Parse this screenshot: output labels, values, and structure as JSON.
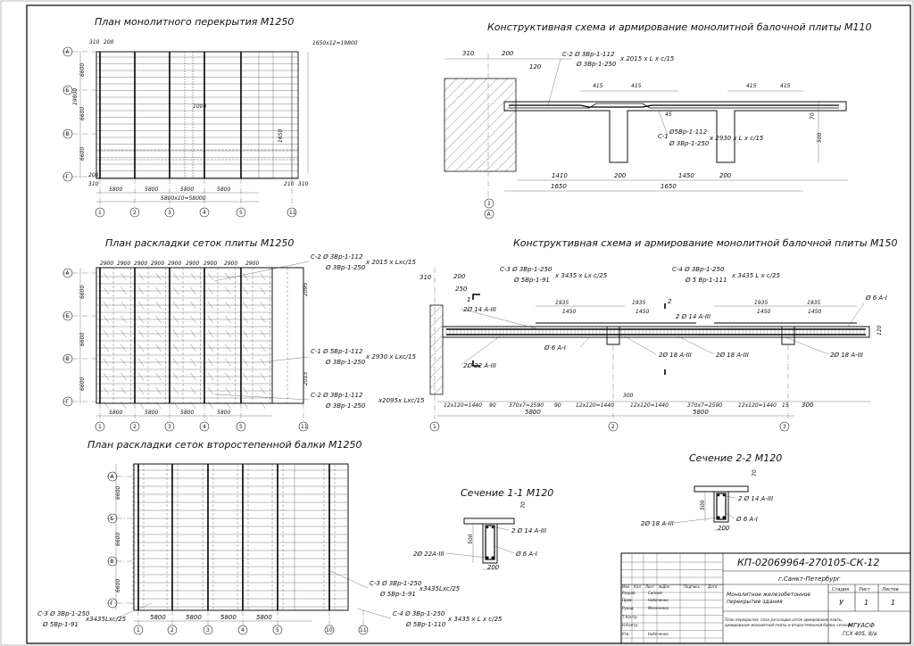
{
  "titles": {
    "plan_slab": "План монолитного перекрытия М1250",
    "scheme_110": "Конструктивная схема и армирование монолитной балочной плиты  М110",
    "plan_mesh_slab": "План раскладки сеток плиты  М1250",
    "scheme_150": "Конструктивная схема и армирование монолитной балочной плиты  М150",
    "plan_mesh_beam": "План раскладки сеток второстепенной балки  М1250",
    "section_1": "Сечение 1-1 М120",
    "section_2": "Сечение 2-2 М120"
  },
  "plan1": {
    "axes_rows": [
      "А",
      "Б",
      "В",
      "Г"
    ],
    "axes_cols": [
      "1",
      "2",
      "3",
      "4",
      "5",
      "11"
    ],
    "dims_left": [
      "6600",
      "6600",
      "19800",
      "6600"
    ],
    "dims_bottom": [
      "5800",
      "5800",
      "5800",
      "5800"
    ],
    "dim_total": "5800х10=58000",
    "top_dims": [
      "310",
      "200"
    ],
    "right_note": "1650х12=19800",
    "bottom_small": [
      "310",
      "200",
      "210",
      "310"
    ],
    "mid_label": "1000",
    "right_mid": "1650"
  },
  "scheme110": {
    "top_dims": [
      "310",
      "200",
      "120"
    ],
    "c2_line1": "С-2  Ø  3Вр-1-112",
    "c2_line2": "Ø  3Вр-1-250",
    "c2_suffix": "x 2015 x L x c/15",
    "dims_415": [
      "415",
      "415",
      "415",
      "415"
    ],
    "c1_line1": "Ø5Вр-1-112",
    "c1_line2": "Ø 3Вр-1-250",
    "c1_prefix": "С-1",
    "c1_suffix": "x 2930 x L x c/15",
    "h70": "70",
    "h500": "500",
    "bot_row1": [
      "1410",
      "200",
      "1450",
      "200"
    ],
    "bot_row2": [
      "1650",
      "1650"
    ],
    "axes": [
      "1",
      "А"
    ],
    "small": "45"
  },
  "plan2": {
    "top_dims": [
      "2900",
      "2900",
      "2900",
      "2900",
      "2900",
      "2900",
      "2900",
      "2900",
      "2900"
    ],
    "axes_rows": [
      "А",
      "Б",
      "В",
      "Г"
    ],
    "axes_cols": [
      "1",
      "2",
      "3",
      "4",
      "5",
      "11"
    ],
    "dims_left": [
      "6600",
      "6600",
      "6600"
    ],
    "dims_bottom": [
      "5800",
      "5800",
      "5800",
      "5800"
    ],
    "right_dims": [
      "2095",
      "2015"
    ],
    "c2a_1": "С-2  Ø  3Вр-1-112",
    "c2a_2": "Ø  3Вр-1-250",
    "c2a_s": "x 2015 x Lxc/15",
    "c1_1": "С-1   Ø  5Вр-1-112",
    "c1_2": "Ø  3Вр-1-250",
    "c1_s": "x 2930 x Lxc/15",
    "c2b_1": "С-2   Ø  3Вр-1-112",
    "c2b_2": "Ø  3Вр-1-250",
    "c2b_s": "x2095x Lxc/15"
  },
  "scheme150": {
    "c3_1": "С-3   Ø  3Вр-1-250",
    "c3_2": "Ø 5Вр-1-91",
    "c3_s": "x 3435 x Lx c/25",
    "c4_1": "С-4   Ø  3Вр-1-250",
    "c4_2": "Ø 5 Вр-1-111",
    "c4_s": "x 3435 L x c/25",
    "top_dims": [
      "310",
      "200",
      "250"
    ],
    "d1935": [
      "1935",
      "1935",
      "1935",
      "1935"
    ],
    "d1450": [
      "1450",
      "1450",
      "1450",
      "1450"
    ],
    "bars": [
      "2Ø 14 А-III",
      "2 Ø 14 А-III",
      "2Ø 22 А-III",
      "2Ø 18 А-III",
      "2Ø 18 А-III",
      "2Ø 18 А-III"
    ],
    "a1_1": "Ø 6 А-I",
    "a1_2": "Ø 6 А-I",
    "cut1": "1",
    "cut2": "2",
    "bot_row": [
      "12х120=1440",
      "90",
      "370х7=2590",
      "90",
      "12х120=1440",
      "300",
      "12х120=1440",
      "370х7=2590",
      "12х120=1440",
      "15",
      "300"
    ],
    "spans": [
      "5800",
      "5800"
    ],
    "axes": [
      "1",
      "2",
      "3"
    ],
    "h": "120"
  },
  "plan3": {
    "axes_rows": [
      "А",
      "Б",
      "В",
      "Г"
    ],
    "axes_cols": [
      "1",
      "2",
      "3",
      "4",
      "5",
      "10",
      "11"
    ],
    "dims_left": [
      "6600",
      "6600",
      "6600"
    ],
    "dims_bottom": [
      "5800",
      "5800",
      "5800",
      "5800"
    ],
    "c3a_1": "С-3   Ø  3Вр-1-250",
    "c3a_2": "Ø 5Вр-1-91",
    "c3a_s": "x3435Lxc/25",
    "c3b_1": "С-3  Ø  3Вр-1-250",
    "c3b_2": "Ø  5Вр-1-91",
    "c3b_s": "x3435Lxc/25",
    "c4_1": "С-4   Ø  3Вр-1-250",
    "c4_2": "Ø 5Вр-1-110",
    "c4_s": "x 3435 x L x c/25"
  },
  "sec1": {
    "bar_top": "2 Ø 14 А-III",
    "bar_bot": "2Ø 22А-III",
    "stirrup": "Ø  6 А-I",
    "h500": "500",
    "h70": "70",
    "b200": "200"
  },
  "sec2": {
    "bar_top": "2 Ø 14 А-III",
    "bar_bot": "2Ø 18 А-III",
    "stirrup": "Ø 6 А-I",
    "h500": "500",
    "h70": "70",
    "b200": "200"
  },
  "stamp": {
    "code": "КП-02069964-270105-СК-12",
    "city": "г.Санкт-Петербург",
    "object_1": "Монолитное железобетонное",
    "object_2": "перекрытие здания",
    "sheet_desc_1": "План перекрытия, план раскладки сеток армирования плиты,",
    "sheet_desc_2": "армирование монолитной плиты и второстепенной балки, сечения",
    "stage_h": "Стадия",
    "sheet_h": "Лист",
    "sheets_h": "Листов",
    "stage": "У",
    "sheet": "1",
    "sheets": "1",
    "org_1": "МГУАСФ",
    "org_2": "ГСХ 405, 8/а",
    "col_heads": [
      "Изм",
      "Кол",
      "Лист",
      "№Док",
      "Подпись",
      "Дата"
    ],
    "roles": [
      "Разраб.",
      "Пров.",
      "Рукод.",
      "Т.Контр.",
      "Н.Контр.",
      "Утв."
    ],
    "names": [
      "Сипней",
      "Набоченко",
      "Мельченко",
      "",
      "",
      "Набоченко"
    ]
  }
}
